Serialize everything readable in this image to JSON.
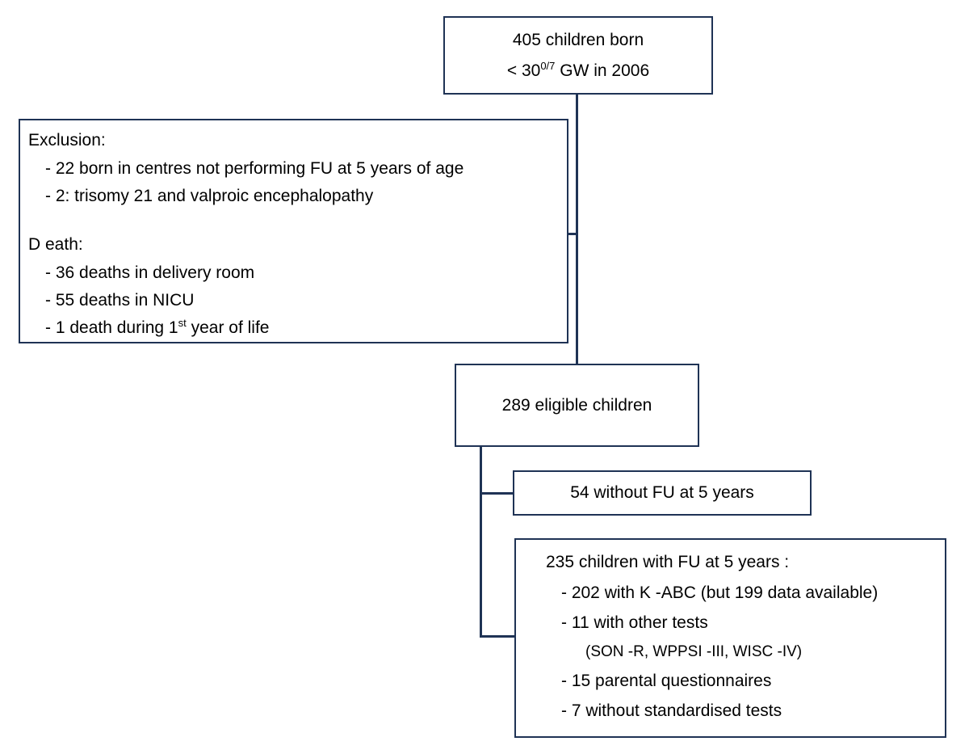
{
  "theme": {
    "border_color": "#1f3355",
    "text_color": "#000000",
    "background": "#ffffff"
  },
  "flowchart": {
    "type": "study-flow-diagram",
    "born": {
      "line1": "405 children born",
      "line2_prefix": "< 30",
      "line2_sup": "0/7",
      "line2_suffix": " GW in 2006"
    },
    "exclusion": {
      "exclusion_heading": "Exclusion:",
      "exclusion_items": [
        "- 22  born in centres not performing FU at 5 years of age",
        "- 2: trisomy 21 and valproic encephalopathy"
      ],
      "death_heading": "D eath:",
      "death_items": [
        "- 36  deaths in delivery room",
        "- 55  deaths in NICU"
      ],
      "death_item_last_prefix": "- 1 death during  1",
      "death_item_last_sup": "st",
      "death_item_last_suffix": " year of life"
    },
    "eligible": {
      "text": "289  eligible children"
    },
    "without_fu": {
      "text": "54 without FU at 5 years"
    },
    "with_fu": {
      "heading": "235  children with FU at 5 years    :",
      "items": [
        "- 202  with K  -ABC (but 199 data available)",
        "-  11 with other tests",
        "(SON -R, WPPSI  -III, WISC  -IV)",
        "-  15 parental questionnaires",
        "-    7 without standardised tests"
      ]
    }
  }
}
